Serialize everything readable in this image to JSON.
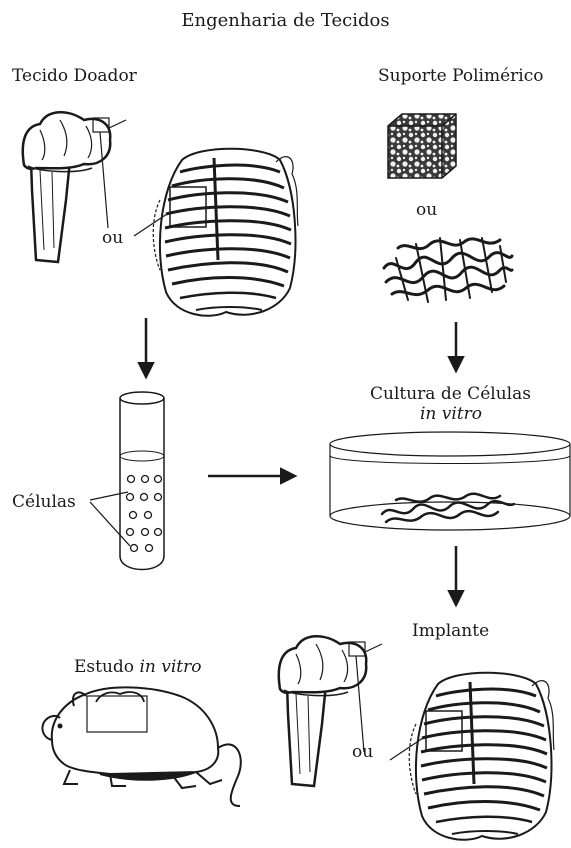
{
  "title": "Engenharia de Tecidos",
  "labels": {
    "donor_tissue": "Tecido Doador",
    "polymer_support": "Suporte Polimérico",
    "or_1": "ou",
    "or_2": "ou",
    "or_3": "ou",
    "culture": "Cultura de Células",
    "culture_sub": "in vitro",
    "cells": "Células",
    "implant": "Implante",
    "study": "Estudo",
    "study_sub": "in vitro"
  },
  "icons": [
    "knee-joint-icon",
    "ribcage-icon",
    "sponge-scaffold-icon",
    "fiber-mesh-scaffold-icon",
    "test-tube-icon",
    "petri-dish-icon",
    "rat-icon",
    "arrow-down-icon",
    "arrow-right-icon"
  ],
  "colors": {
    "ink": "#1a1a1a",
    "background": "#ffffff"
  }
}
